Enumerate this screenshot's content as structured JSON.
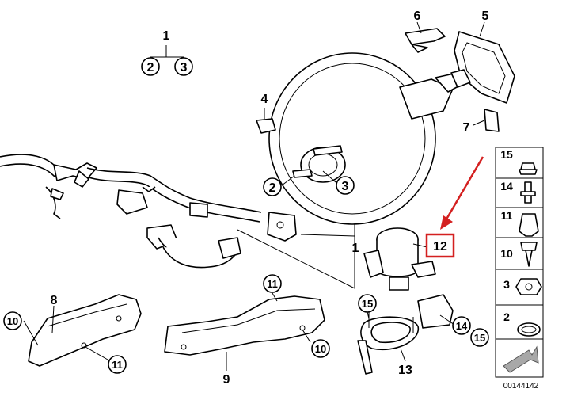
{
  "labels": {
    "top1": "1",
    "top2": "2",
    "top3": "3",
    "l4": "4",
    "l5": "5",
    "l6": "6",
    "l7": "7",
    "l2b": "2",
    "l3b": "3",
    "l1b": "1",
    "l12": "12",
    "l15a": "15",
    "l14": "14",
    "l15b": "15",
    "l13": "13",
    "l8": "8",
    "l10a": "10",
    "l11a": "11",
    "l11b": "11",
    "l10b": "10",
    "l9": "9"
  },
  "legend": [
    "15",
    "14",
    "11",
    "10",
    "3",
    "2"
  ],
  "image_code": "00144142",
  "highlight_color": "#d42020"
}
